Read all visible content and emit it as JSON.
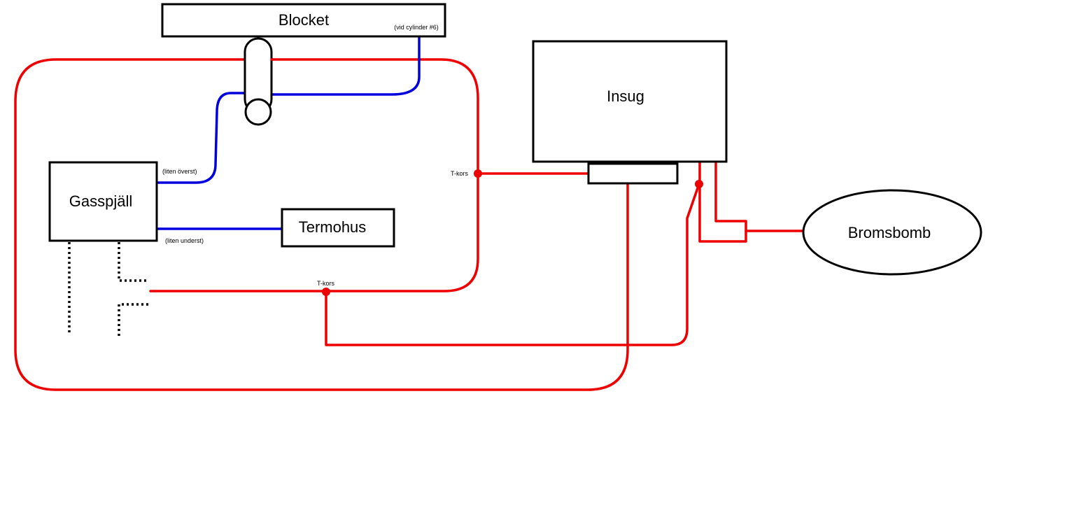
{
  "colors": {
    "hose_red": "#ee0000",
    "hose_blue": "#0000dd",
    "outline": "#000000"
  },
  "components": {
    "blocket": "Blocket",
    "blocket_note": "(vid cylinder #6)",
    "insug": "Insug",
    "gasspjall": "Gasspjäll",
    "termohus": "Termohus",
    "bromsbomb": "Bromsbomb"
  },
  "notes": {
    "liten_overst": "(liten överst)",
    "liten_underst": "(liten underst)"
  },
  "junctions": {
    "tkors_1": "T-kors",
    "tkors_2": "T-kors"
  }
}
